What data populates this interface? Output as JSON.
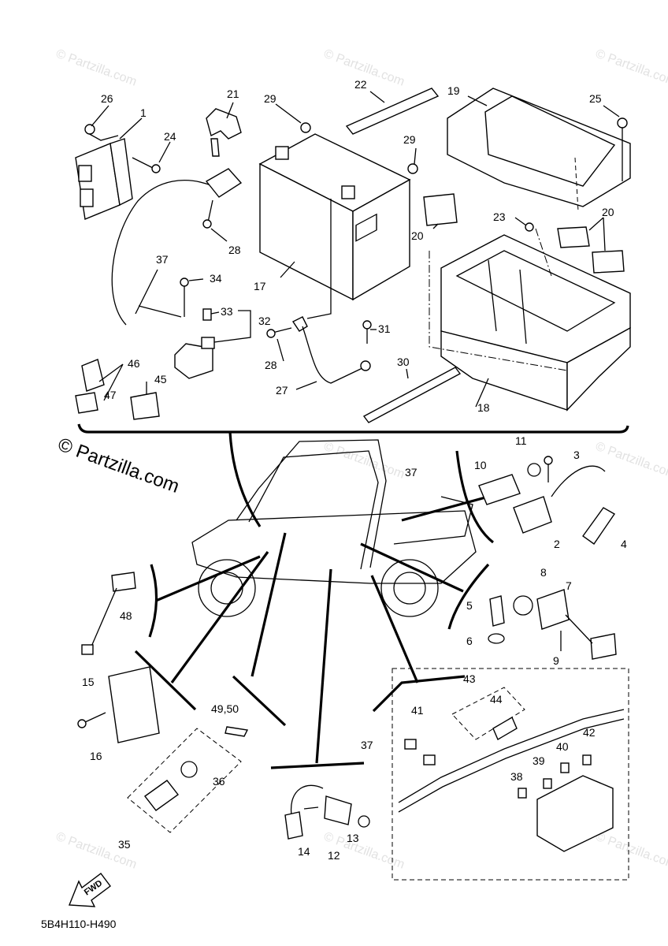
{
  "watermark": {
    "small": "© Partzilla.com",
    "large": "© Partzilla.com"
  },
  "diagram_code": "5B4H110-H490",
  "fwd_label": "FWD",
  "callouts": [
    {
      "id": "c1",
      "text": "1"
    },
    {
      "id": "c2",
      "text": "2"
    },
    {
      "id": "c3",
      "text": "3"
    },
    {
      "id": "c4",
      "text": "4"
    },
    {
      "id": "c5",
      "text": "5"
    },
    {
      "id": "c6",
      "text": "6"
    },
    {
      "id": "c7",
      "text": "7"
    },
    {
      "id": "c8",
      "text": "8"
    },
    {
      "id": "c9",
      "text": "9"
    },
    {
      "id": "c10",
      "text": "10"
    },
    {
      "id": "c11",
      "text": "11"
    },
    {
      "id": "c12",
      "text": "12"
    },
    {
      "id": "c13",
      "text": "13"
    },
    {
      "id": "c14",
      "text": "14"
    },
    {
      "id": "c15",
      "text": "15"
    },
    {
      "id": "c16",
      "text": "16"
    },
    {
      "id": "c17",
      "text": "17"
    },
    {
      "id": "c18",
      "text": "18"
    },
    {
      "id": "c19",
      "text": "19"
    },
    {
      "id": "c20a",
      "text": "20"
    },
    {
      "id": "c20b",
      "text": "20"
    },
    {
      "id": "c21",
      "text": "21"
    },
    {
      "id": "c22",
      "text": "22"
    },
    {
      "id": "c23",
      "text": "23"
    },
    {
      "id": "c24",
      "text": "24"
    },
    {
      "id": "c25",
      "text": "25"
    },
    {
      "id": "c26",
      "text": "26"
    },
    {
      "id": "c27",
      "text": "27"
    },
    {
      "id": "c28a",
      "text": "28"
    },
    {
      "id": "c28b",
      "text": "28"
    },
    {
      "id": "c29a",
      "text": "29"
    },
    {
      "id": "c29b",
      "text": "29"
    },
    {
      "id": "c30",
      "text": "30"
    },
    {
      "id": "c31",
      "text": "31"
    },
    {
      "id": "c32",
      "text": "32"
    },
    {
      "id": "c33",
      "text": "33"
    },
    {
      "id": "c34",
      "text": "34"
    },
    {
      "id": "c35",
      "text": "35"
    },
    {
      "id": "c36",
      "text": "36"
    },
    {
      "id": "c37a",
      "text": "37"
    },
    {
      "id": "c37b",
      "text": "37"
    },
    {
      "id": "c37c",
      "text": "37"
    },
    {
      "id": "c38",
      "text": "38"
    },
    {
      "id": "c39",
      "text": "39"
    },
    {
      "id": "c40",
      "text": "40"
    },
    {
      "id": "c41",
      "text": "41"
    },
    {
      "id": "c42",
      "text": "42"
    },
    {
      "id": "c43",
      "text": "43"
    },
    {
      "id": "c44",
      "text": "44"
    },
    {
      "id": "c45",
      "text": "45"
    },
    {
      "id": "c46",
      "text": "46"
    },
    {
      "id": "c47",
      "text": "47"
    },
    {
      "id": "c48",
      "text": "48"
    },
    {
      "id": "c49",
      "text": "49,50"
    }
  ]
}
